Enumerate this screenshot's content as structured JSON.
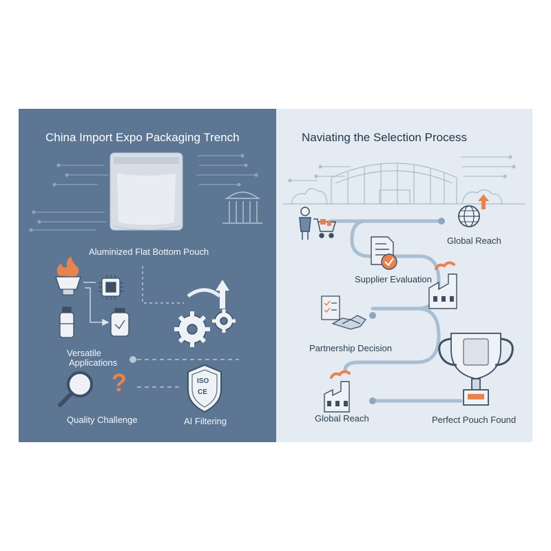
{
  "left": {
    "title": "China Import Expo Packaging Trench",
    "pouch_label": "Aluminized Flat Bottom Pouch",
    "applications_line1": "Versatile",
    "applications_line2": "Applications",
    "quality_label": "Quality Challenge",
    "ai_label": "AI Filtering",
    "question_mark": "?",
    "iso_text": "ISO",
    "ce_text": "CE"
  },
  "right": {
    "title": "Naviating the Selection Process",
    "global_reach_top": "Global Reach",
    "supplier_eval": "Supplier Evaluation",
    "partnership": "Partnership Decision",
    "global_reach_bottom": "Global Reach",
    "perfect_pouch": "Perfect Pouch Found"
  },
  "colors": {
    "left_bg": "#5c7693",
    "right_bg": "#e4ebf2",
    "accent_orange": "#e8834f",
    "path_blue": "#a9bed3",
    "icon_dark": "#3d4f63"
  }
}
